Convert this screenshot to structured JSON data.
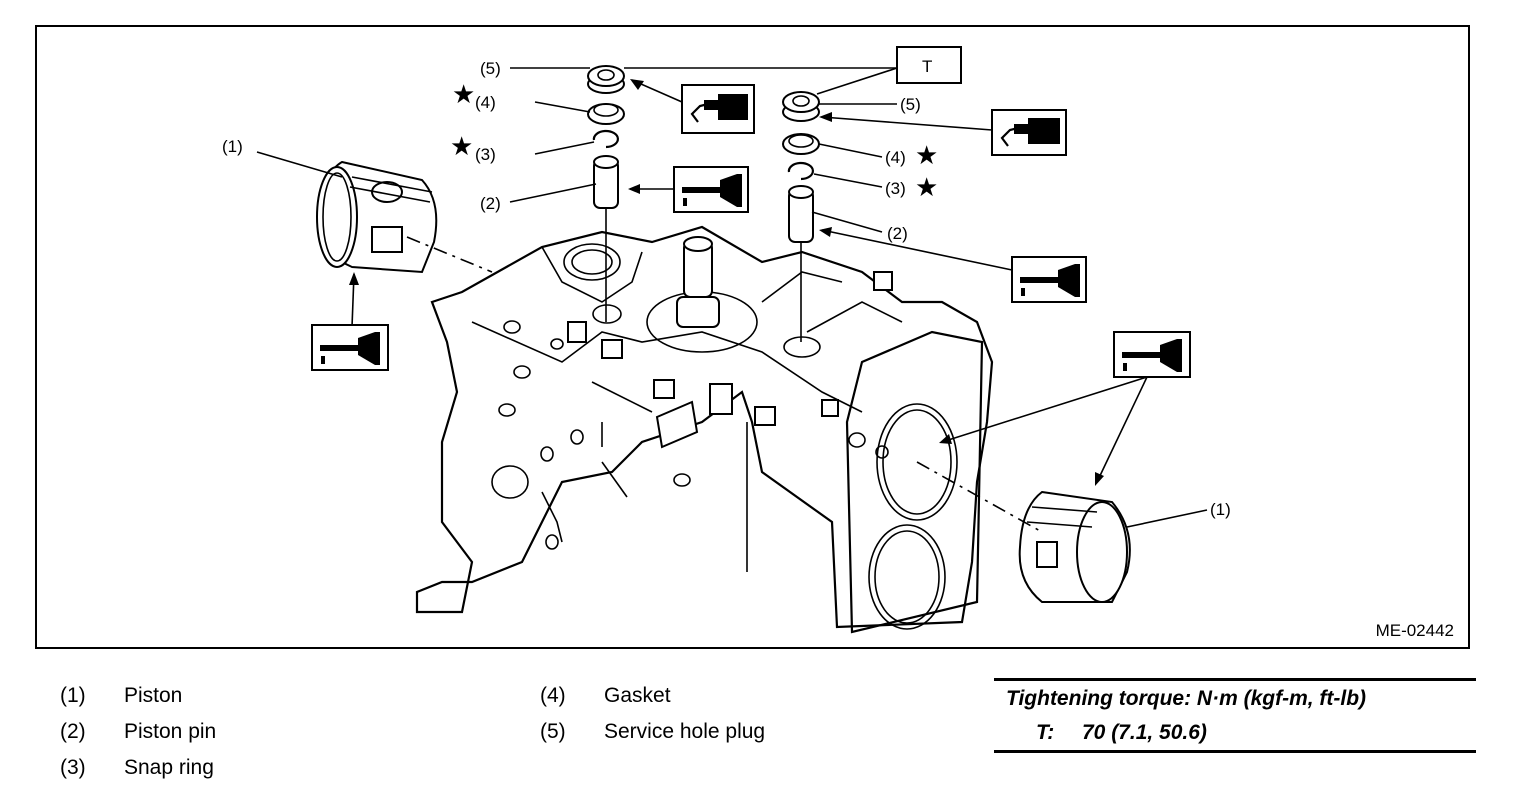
{
  "figure": {
    "id": "ME-02442",
    "callouts": {
      "piston_left": "(1)",
      "piston_right": "(1)",
      "pin_left": "(2)",
      "pin_right": "(2)",
      "snap_left": "(3)",
      "snap_right": "(3)",
      "gasket_left": "(4)",
      "gasket_right": "(4)",
      "plug_left": "(5)",
      "plug_right": "(5)",
      "torque_tag": "T"
    },
    "symbols": {
      "replace_marker": "★",
      "sealant_icon": "apply-liquid-gasket",
      "oil_icon": "apply-engine-oil"
    }
  },
  "legend": {
    "items": [
      {
        "num": "(1)",
        "label": "Piston"
      },
      {
        "num": "(2)",
        "label": "Piston pin"
      },
      {
        "num": "(3)",
        "label": "Snap ring"
      },
      {
        "num": "(4)",
        "label": "Gasket"
      },
      {
        "num": "(5)",
        "label": "Service hole plug"
      }
    ]
  },
  "torque": {
    "header": "Tightening torque: N·m (kgf-m, ft-lb)",
    "rows": [
      {
        "key": "T:",
        "value": "70 (7.1, 50.6)"
      }
    ]
  }
}
